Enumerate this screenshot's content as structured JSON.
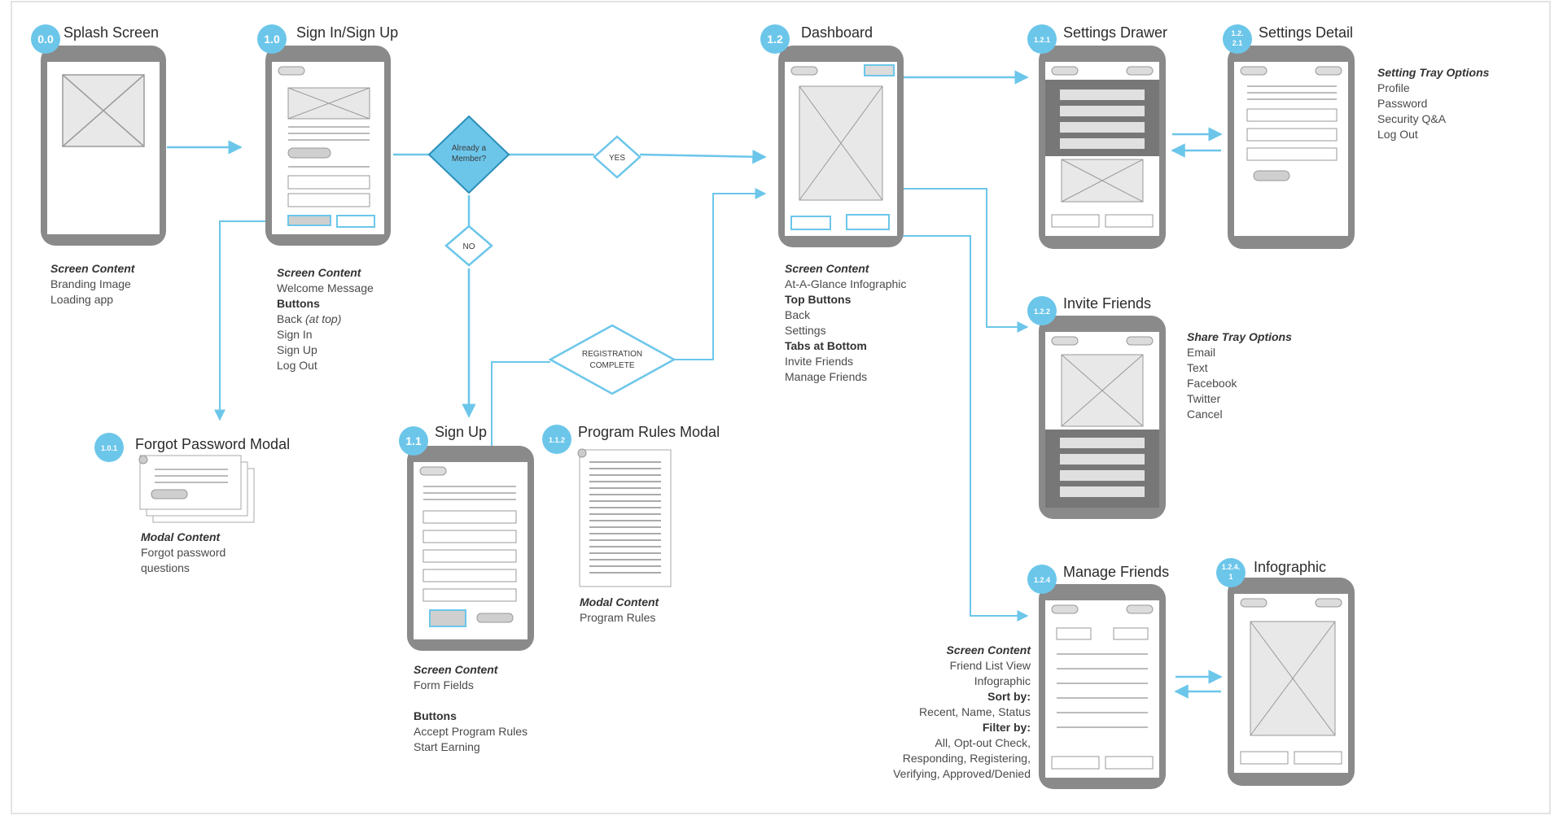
{
  "screens": {
    "splash": {
      "number": "0.0",
      "title": "Splash Screen"
    },
    "signin": {
      "number": "1.0",
      "title": "Sign In/Sign Up"
    },
    "dashboard": {
      "number": "1.2",
      "title": "Dashboard"
    },
    "settings_drawer": {
      "number": "1.2.1",
      "title": "Settings Drawer"
    },
    "settings_detail": {
      "number_line1": "1.2.",
      "number_line2": "2.1",
      "title": "Settings Detail"
    },
    "invite_friends": {
      "number": "1.2.2",
      "title": "Invite Friends"
    },
    "manage_friends": {
      "number": "1.2.4",
      "title": "Manage Friends"
    },
    "infographic": {
      "number_line1": "1.2.4.",
      "number_line2": "1",
      "title": "Infographic"
    },
    "forgot_password": {
      "number": "1.0.1",
      "title": "Forgot Password Modal"
    },
    "sign_up": {
      "number": "1.1",
      "title": "Sign Up"
    },
    "program_rules": {
      "number": "1.1.2",
      "title": "Program Rules Modal"
    }
  },
  "decisions": {
    "already_member_line1": "Already a",
    "already_member_line2": "Member?",
    "yes": "YES",
    "no": "NO",
    "registration_line1": "REGISTRATION",
    "registration_line2": "COMPLETE"
  },
  "notes": {
    "splash": [
      "Screen Content",
      "Branding Image",
      "Loading app"
    ],
    "signin": {
      "heading": "Screen Content",
      "line1": "Welcome Message",
      "buttons": "Buttons",
      "back": "Back",
      "back_suffix": "(at top)",
      "items": [
        "Sign In",
        "Sign Up",
        "Log Out"
      ]
    },
    "dashboard": {
      "heading": "Screen Content",
      "line1": "At-A-Glance Infographic",
      "top_buttons": "Top Buttons",
      "top_items": [
        "Back",
        "Settings"
      ],
      "tabs": "Tabs at Bottom",
      "tab_items": [
        "Invite Friends",
        "Manage Friends"
      ]
    },
    "settings_tray": {
      "heading": "Setting Tray Options",
      "items": [
        "Profile",
        "Password",
        "Security Q&A",
        "Log Out"
      ]
    },
    "share_tray": {
      "heading": "Share Tray Options",
      "items": [
        "Email",
        "Text",
        "Facebook",
        "Twitter",
        "Cancel"
      ]
    },
    "forgot_password": {
      "heading": "Modal Content",
      "items": [
        "Forgot password",
        "questions"
      ]
    },
    "sign_up": {
      "heading": "Screen Content",
      "line1": "Form Fields",
      "buttons": "Buttons",
      "items": [
        "Accept Program Rules",
        "Start Earning"
      ]
    },
    "program_rules": {
      "heading": "Modal Content",
      "line1": "Program Rules"
    },
    "manage_friends": {
      "heading": "Screen Content",
      "lines": [
        "Friend List View",
        "Infographic"
      ],
      "sort_by": "Sort by:",
      "sort_items": "Recent, Name, Status",
      "filter_by": "Filter by:",
      "filter_lines": [
        "All, Opt-out Check,",
        "Responding, Registering,",
        "Verifying, Approved/Denied"
      ]
    }
  },
  "colors": {
    "accent": "#6cc6ea",
    "phone_frame": "#8a8a8a",
    "phone_screen": "#ffffff",
    "placeholder": "#dcdcdc"
  }
}
